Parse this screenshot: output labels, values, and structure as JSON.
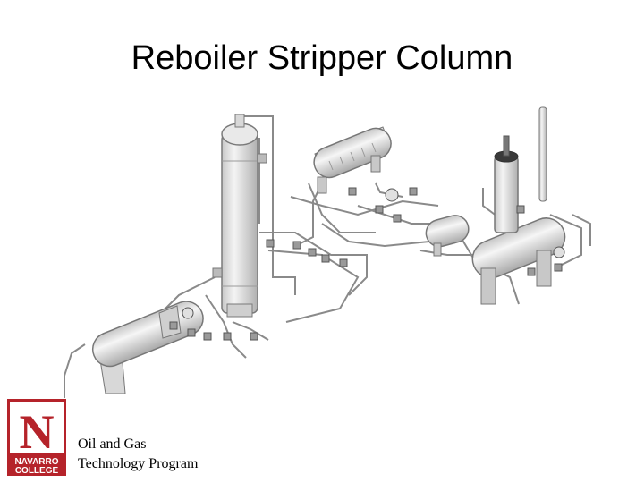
{
  "slide": {
    "title": "Reboiler Stripper Column"
  },
  "logo": {
    "letter": "N",
    "line1": "NAVARRO",
    "line2": "COLLEGE",
    "color_primary": "#b5232a",
    "color_text": "#ffffff"
  },
  "footer": {
    "line1": "Oil and Gas",
    "line2": "Technology Program"
  },
  "diagram": {
    "colors": {
      "stroke": "#6f6f6f",
      "fill_light": "#efefef",
      "fill_mid": "#d6d6d6",
      "fill_dark": "#b8b8b8"
    }
  }
}
